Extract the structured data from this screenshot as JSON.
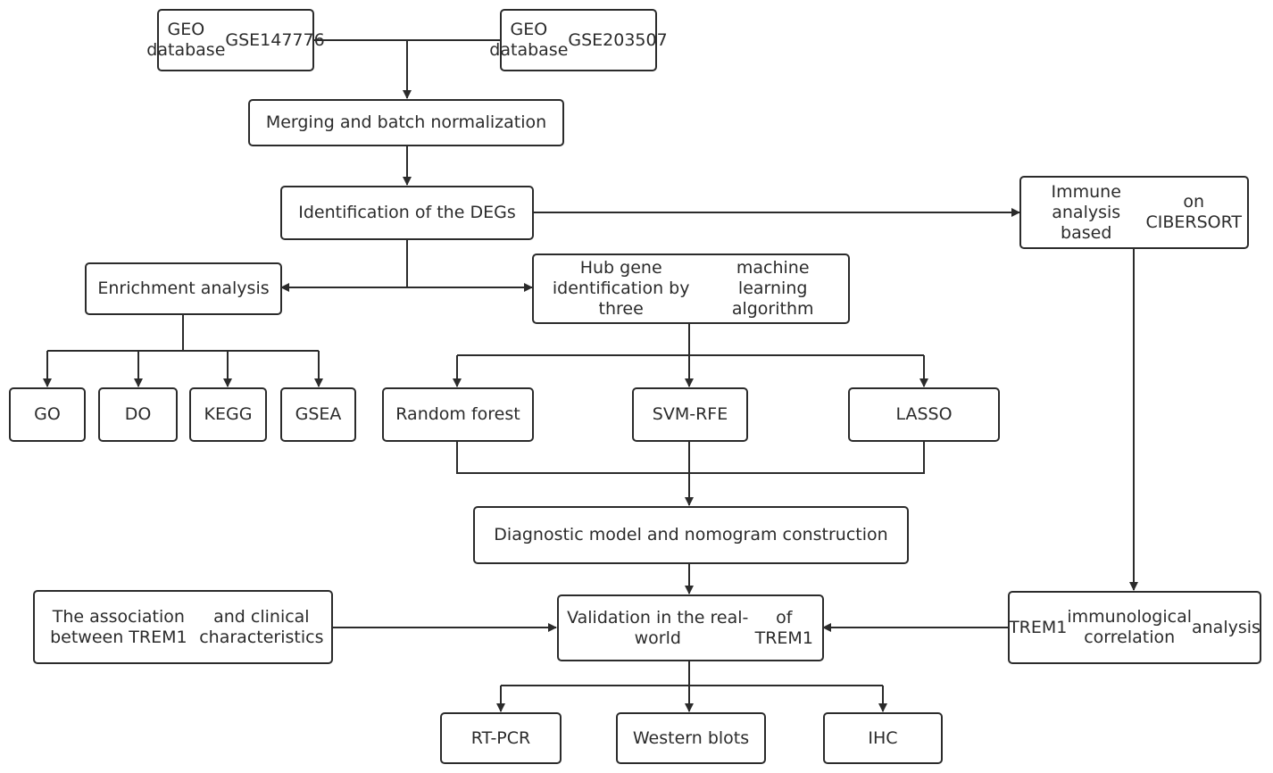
{
  "nodes": {
    "geo1": {
      "lines": [
        "GEO database",
        "GSE147776"
      ]
    },
    "geo2": {
      "lines": [
        "GEO database",
        "GSE203507"
      ]
    },
    "merge": {
      "lines": [
        "Merging and batch normalization"
      ]
    },
    "degs": {
      "lines": [
        "Identification of the DEGs"
      ]
    },
    "immune": {
      "lines": [
        "Immune analysis based",
        "on CIBERSORT"
      ]
    },
    "enrich": {
      "lines": [
        "Enrichment analysis"
      ]
    },
    "hub": {
      "lines": [
        "Hub gene identification by three",
        "machine learning algorithm"
      ]
    },
    "go": {
      "lines": [
        "GO"
      ]
    },
    "do": {
      "lines": [
        "DO"
      ]
    },
    "kegg": {
      "lines": [
        "KEGG"
      ]
    },
    "gsea": {
      "lines": [
        "GSEA"
      ]
    },
    "rf": {
      "lines": [
        "Random forest"
      ]
    },
    "svm": {
      "lines": [
        "SVM-RFE"
      ]
    },
    "lasso": {
      "lines": [
        "LASSO"
      ]
    },
    "diag": {
      "lines": [
        "Diagnostic model and nomogram construction"
      ]
    },
    "assoc": {
      "lines": [
        "The association between TREM1",
        "and clinical characteristics"
      ]
    },
    "valid": {
      "lines": [
        "Validation in the real-world",
        "of TREM1"
      ]
    },
    "trem1": {
      "lines": [
        "TREM1",
        "immunological correlation",
        "analysis"
      ]
    },
    "rtpcr": {
      "lines": [
        "RT-PCR"
      ]
    },
    "wb": {
      "lines": [
        "Western blots"
      ]
    },
    "ihc": {
      "lines": [
        "IHC"
      ]
    }
  },
  "colors": {
    "stroke": "#2b2b2b",
    "text": "#2b2b2b",
    "background": "#ffffff"
  }
}
